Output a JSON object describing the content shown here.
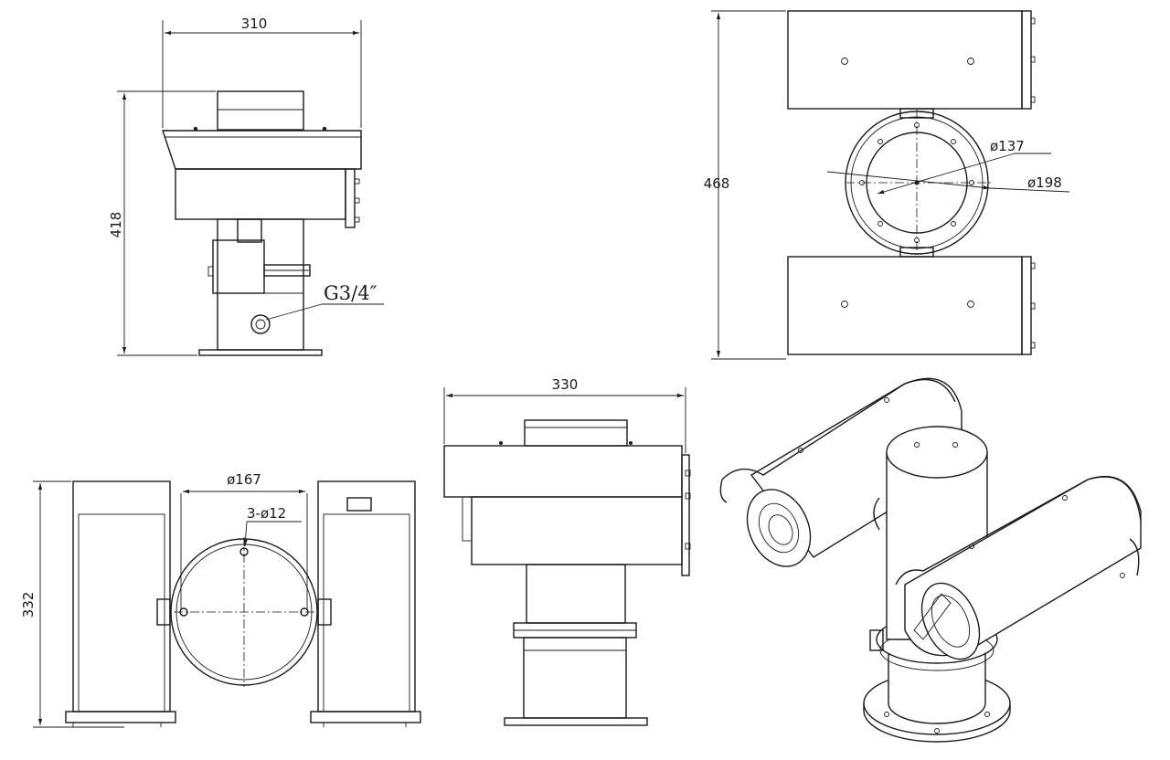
{
  "top_left_view": {
    "width_dim": "310",
    "height_dim": "418",
    "thread_label": "G3/4″"
  },
  "top_right_view": {
    "height_dim": "468",
    "inner_diameter": "ø137",
    "outer_diameter": "ø198"
  },
  "bottom_left_view": {
    "flange_diameter": "ø167",
    "holes_label": "3-ø12",
    "height_dim": "332"
  },
  "bottom_middle_view": {
    "width_dim": "330"
  },
  "colors": {
    "line": "#1a1a1a",
    "background": "#ffffff"
  }
}
